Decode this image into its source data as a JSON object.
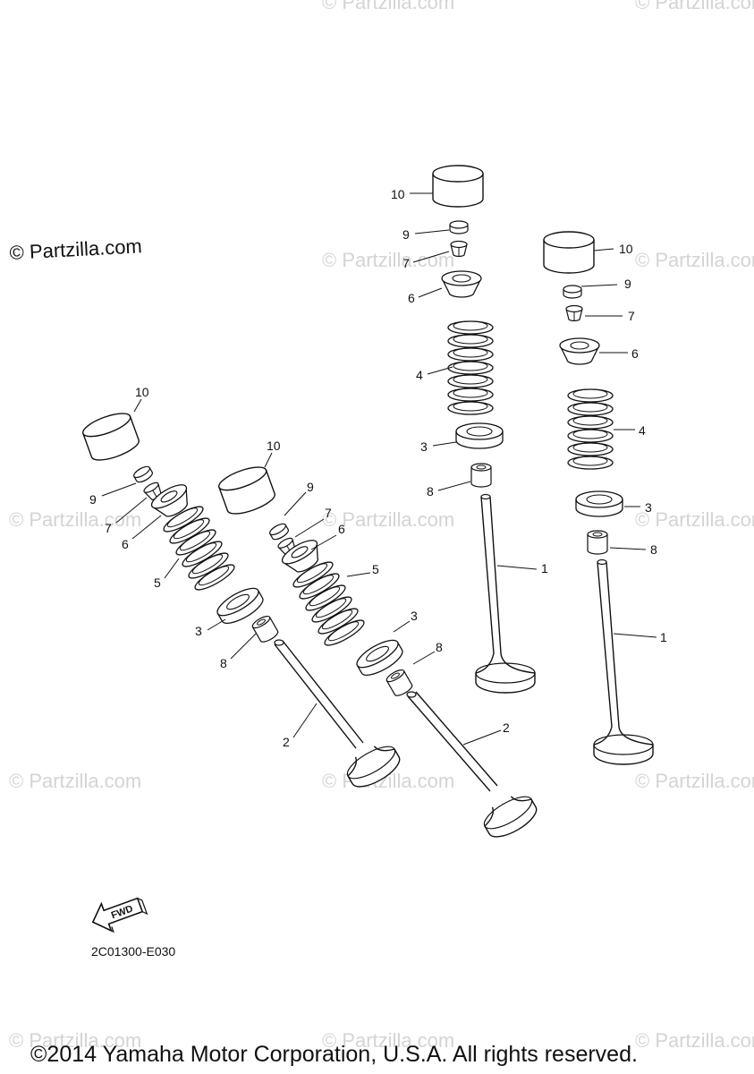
{
  "watermarks": {
    "main": "© Partzilla.com",
    "repeat": "© Partzilla.com"
  },
  "diagram_code": "2C01300-E030",
  "forward_label": "FWD",
  "copyright": "©2014 Yamaha Motor Corporation, U.S.A. All rights reserved.",
  "part_numbers": {
    "valve": "1",
    "valve_alt": "2",
    "spring_seat": "3",
    "spring": "4",
    "spring_alt": "5",
    "retainer": "6",
    "cotter": "7",
    "stem_seal": "8",
    "shim": "9",
    "lifter": "10"
  }
}
